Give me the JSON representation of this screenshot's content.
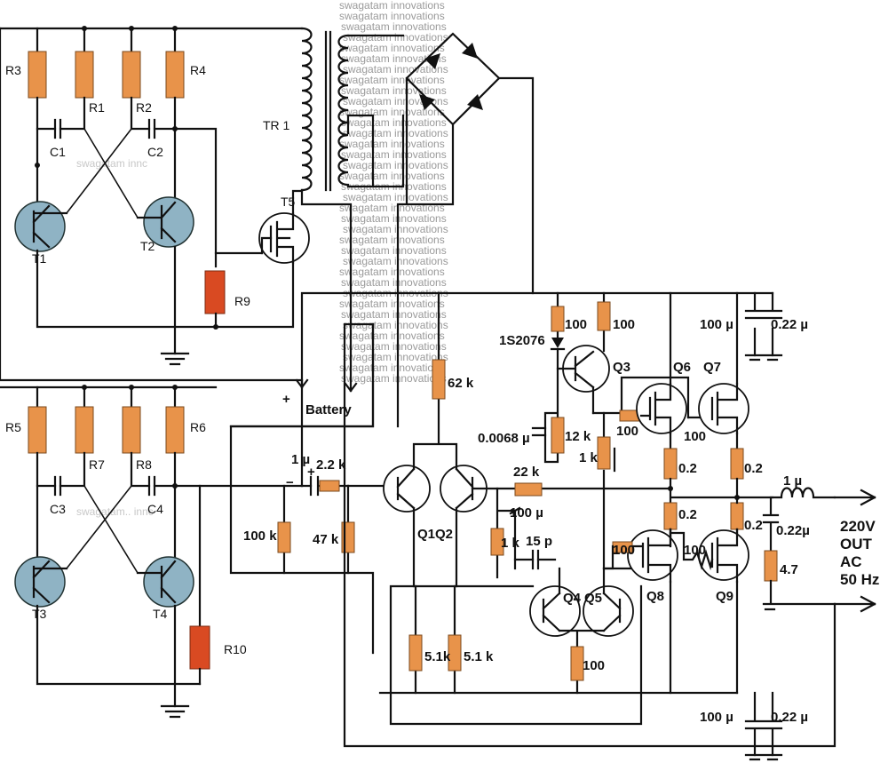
{
  "watermark": {
    "brand": "swagatam innovations",
    "inner_1": "swagatam innc",
    "inner_2": "swagatam.. innc",
    "stack_lines": [
      "swagatam innovations",
      "swagatam innovations",
      "swagatam innovations",
      "swagatam innovations",
      "swagatam innovations",
      "swagatam innovations",
      "swagatam innovations",
      "swagatam innovations",
      "swagatam innovations",
      "swagatam innovations",
      "swagatam innovations",
      "swagatam innovations",
      "swagatam innovations",
      "swagatam innovations",
      "swagatam innovations",
      "swagatam innovations",
      "swagatam innovations",
      "swagatam innovations",
      "swagatam innovations",
      "swagatam innovations",
      "swagatam innovations",
      "swagatam innovations",
      "swagatam innovations",
      "swagatam innovations",
      "swagatam innovations",
      "swagatam innovations",
      "swagatam innovations",
      "swagatam innovations",
      "swagatam innovations",
      "swagatam innovations",
      "swagatam innovations",
      "swagatam innovations",
      "swagatam innovations",
      "swagatam innovations",
      "swagatam innovations"
    ]
  },
  "oscillator_top": {
    "R3": "R3",
    "R1": "R1",
    "R2": "R2",
    "R4": "R4",
    "C1": "C1",
    "C2": "C2",
    "T1": "T1",
    "T2": "T2",
    "R9": "R9",
    "T5": "T5",
    "TR1": "TR 1"
  },
  "oscillator_bottom": {
    "R5": "R5",
    "R7": "R7",
    "R8": "R8",
    "R6": "R6",
    "C3": "C3",
    "C4": "C4",
    "T3": "T3",
    "T4": "T4",
    "R10": "R10"
  },
  "battery": {
    "plus": "+",
    "label": "Battery"
  },
  "amplifier": {
    "c_in": "1 µ",
    "minus": "−",
    "plus": "+",
    "r_in": "2.2 k",
    "r_100k": "100 k",
    "r_47k": "47 k",
    "r_62k": "62 k",
    "q1q2": "Q1Q2",
    "r_22k": "22 k",
    "c_100u": "100 µ",
    "r_1k": "1 k",
    "c_15p": "15 p",
    "c_0068": "0.0068 µ",
    "r_12k": "12 k",
    "r_1k_b": "1 k",
    "diode": "1S2076",
    "r_100_a": "100",
    "r_100_b": "100",
    "q3": "Q3",
    "q4": "Q4",
    "q5": "Q5",
    "q6": "Q6",
    "q7": "Q7",
    "q8": "Q8",
    "q9": "Q9",
    "r_g1": "100",
    "r_g2": "100",
    "r_g3": "100",
    "r_g4": "100",
    "r_02_a": "0.2",
    "r_02_b": "0.2",
    "r_02_c": "0.2",
    "r_02_d": "0.2",
    "r_51k_a": "5.1k",
    "r_51k_b": "5.1 k",
    "r_100_c": "100",
    "c_top_elec": "100 µ",
    "c_top_film": "0.22 µ",
    "c_bot_elec": "100 µ",
    "c_bot_film": "0.22 µ",
    "l_out": "1 µ",
    "c_out": "0.22µ",
    "r_out": "4.7"
  },
  "output": {
    "line1": "220V",
    "line2": "OUT",
    "line3": "AC",
    "line4": "50 Hz"
  },
  "colors": {
    "resistor": "#e8934a",
    "resistor_alt": "#d94a22",
    "transistor": "#8fb3c4",
    "wire": "#111111"
  }
}
